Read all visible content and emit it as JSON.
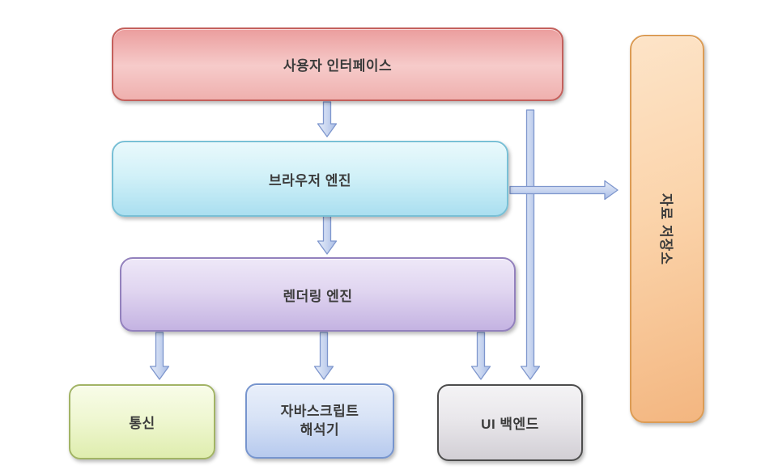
{
  "diagram": {
    "background_color": "#ffffff",
    "text_color": "#3c3c3c",
    "boxes": {
      "user_interface": {
        "label": "사용자 인터페이스",
        "fill": "#f6cbca",
        "border": "#c4605c"
      },
      "browser_engine": {
        "label": "브라우저 엔진",
        "fill": "#d2f1f8",
        "border": "#79c0d6"
      },
      "rendering_engine": {
        "label": "렌더링 엔진",
        "fill": "#e0d5f0",
        "border": "#9381bd"
      },
      "networking": {
        "label": "통신",
        "fill": "#eff7d2",
        "border": "#a2b465"
      },
      "js_interpreter": {
        "label": "자바스크립트\n해석기",
        "fill": "#d8e3f6",
        "border": "#7795ce"
      },
      "ui_backend": {
        "label": "UI 백엔드",
        "fill": "#e9e7eb",
        "border": "#4c4c4c"
      },
      "data_storage": {
        "label": "자료 저장소",
        "fill": "#fbd4ab",
        "border": "#dc9c55",
        "text_rotation_deg": 90
      }
    },
    "arrows": {
      "fill_light": "#e6edf9",
      "fill_dark": "#a8bce6",
      "border": "#7e96cd",
      "connections": [
        {
          "from": "user_interface",
          "to": "browser_engine",
          "direction": "down"
        },
        {
          "from": "browser_engine",
          "to": "rendering_engine",
          "direction": "down"
        },
        {
          "from": "rendering_engine",
          "to": "networking",
          "direction": "down"
        },
        {
          "from": "rendering_engine",
          "to": "js_interpreter",
          "direction": "down"
        },
        {
          "from": "rendering_engine",
          "to": "ui_backend",
          "direction": "down"
        },
        {
          "from": "user_interface",
          "to": "ui_backend",
          "direction": "down"
        },
        {
          "from": "browser_engine",
          "to": "data_storage",
          "direction": "right"
        }
      ]
    }
  }
}
